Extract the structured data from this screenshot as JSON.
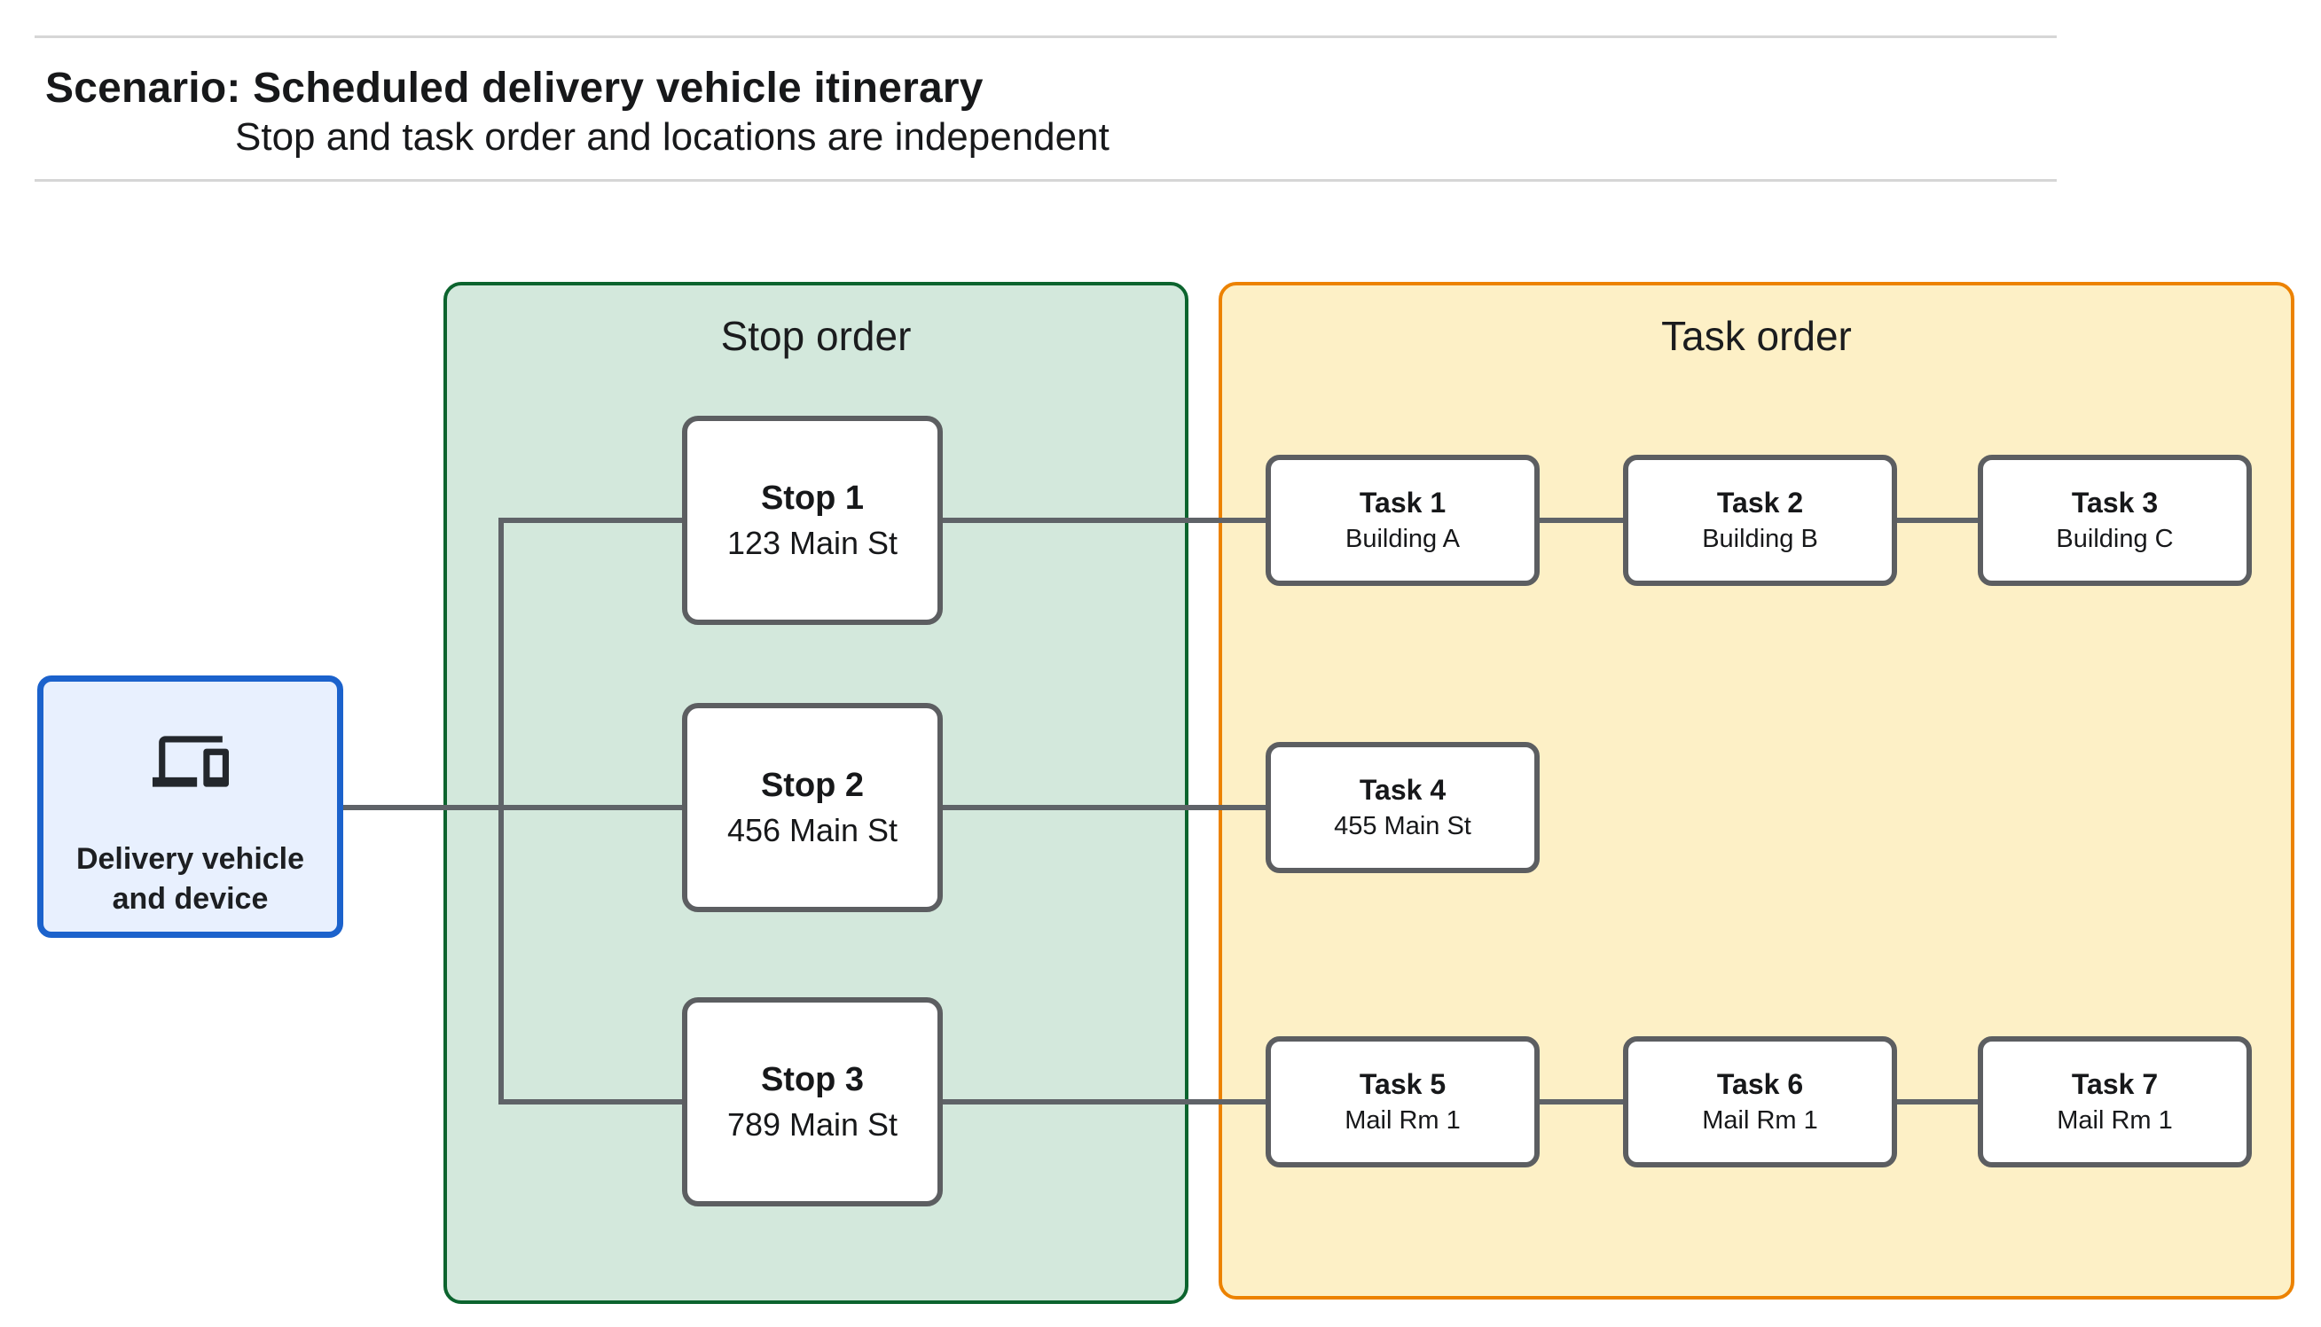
{
  "header": {
    "title": "Scenario: Scheduled delivery vehicle itinerary",
    "subtitle": "Stop and task order and locations are independent"
  },
  "source_node": {
    "label": "Delivery vehicle and device",
    "icon": "devices-icon"
  },
  "groups": [
    {
      "label": "Stop order"
    },
    {
      "label": "Task order"
    }
  ],
  "stops": [
    {
      "title": "Stop 1",
      "address": "123 Main St"
    },
    {
      "title": "Stop 2",
      "address": "456 Main St"
    },
    {
      "title": "Stop 3",
      "address": "789 Main St"
    }
  ],
  "tasks": [
    {
      "title": "Task 1",
      "location": "Building A"
    },
    {
      "title": "Task 2",
      "location": "Building B"
    },
    {
      "title": "Task 3",
      "location": "Building C"
    },
    {
      "title": "Task 4",
      "location": "455 Main St"
    },
    {
      "title": "Task 5",
      "location": "Mail Rm 1"
    },
    {
      "title": "Task 6",
      "location": "Mail Rm 1"
    },
    {
      "title": "Task 7",
      "location": "Mail Rm 1"
    }
  ],
  "colors": {
    "rule": "#d6d6d6",
    "line": "#5f6368",
    "node-border": "#5c5e61",
    "blue-fill": "#e8f0fe",
    "blue-border": "#1b62cc",
    "green-fill": "#d3e8dc",
    "green-border": "#0c642e",
    "yellow-fill": "#fdf0c6",
    "orange-border": "#ec8200"
  }
}
